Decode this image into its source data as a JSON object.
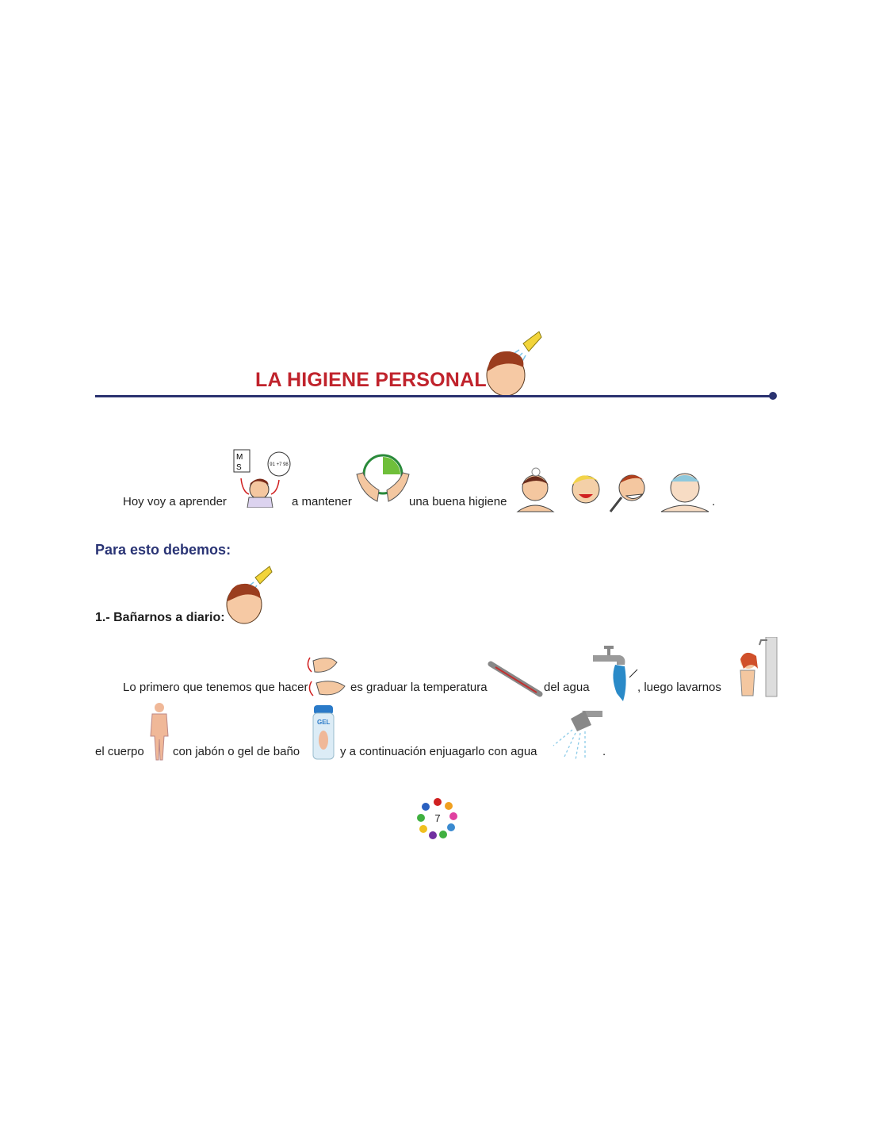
{
  "header": {
    "title": "LA HIGIENE PERSONAL"
  },
  "intro": {
    "t1": "Hoy voy a aprender",
    "t2": "a mantener",
    "t3": "una buena higiene",
    "t4": "."
  },
  "section": {
    "heading": "Para esto debemos:"
  },
  "step1": {
    "heading": "1.- Bañarnos a diario:",
    "l1": [
      "Lo primero que tenemos que hacer",
      "es graduar la temperatura",
      "del agua",
      ", luego lavarnos"
    ],
    "l2": [
      "el cuerpo",
      "con jabón o gel de baño",
      "y a continuación enjuagarlo con agua",
      "."
    ]
  },
  "gel_label": "GEL",
  "pictogram_text": {
    "ms": "M S",
    "sum": "91 +7 98"
  },
  "footer": {
    "page_number": "7"
  },
  "colors": {
    "title": "#c0232c",
    "accent": "#2a3270"
  }
}
